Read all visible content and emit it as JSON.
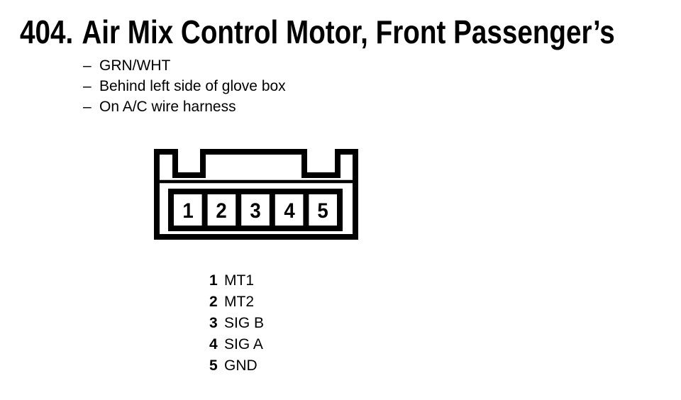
{
  "page": {
    "paper_color": "#ffffff",
    "ink_color": "#000000"
  },
  "title": {
    "number": "404.",
    "text": "Air Mix Control Motor, Front Passenger’s"
  },
  "bullets": {
    "dash": "–",
    "items": [
      "GRN/WHT",
      "Behind left side of glove box",
      "On A/C wire harness"
    ]
  },
  "connector": {
    "pins": [
      "1",
      "2",
      "3",
      "4",
      "5"
    ]
  },
  "legend": {
    "rows": [
      {
        "pin": "1",
        "label": "MT1"
      },
      {
        "pin": "2",
        "label": "MT2"
      },
      {
        "pin": "3",
        "label": "SIG B"
      },
      {
        "pin": "4",
        "label": "SIG A"
      },
      {
        "pin": "5",
        "label": "GND"
      }
    ]
  }
}
